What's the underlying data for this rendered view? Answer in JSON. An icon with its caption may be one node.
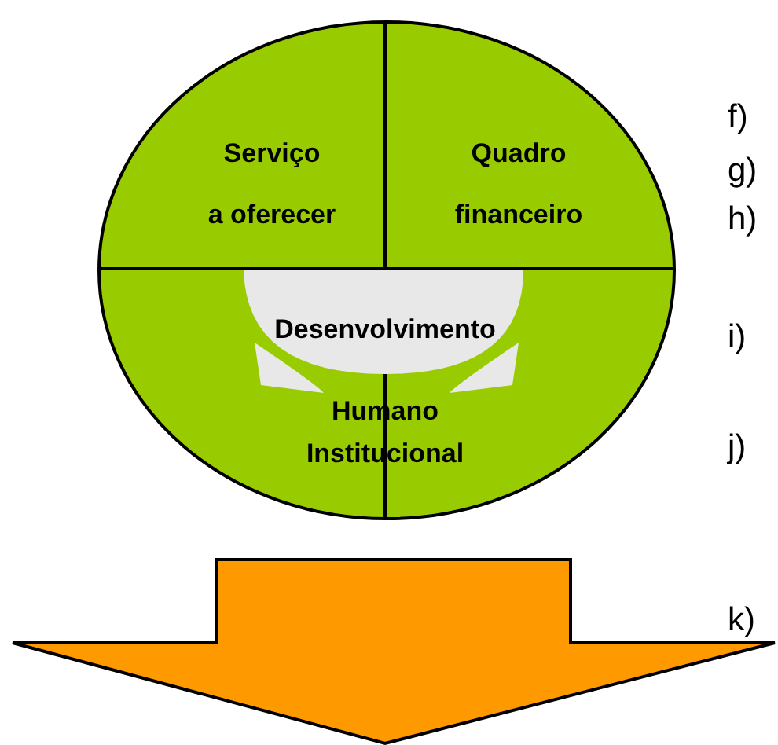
{
  "diagram": {
    "nodes": [
      {
        "text": [],
        "shape": "circle"
      },
      {
        "text": [
          "Serviço a oferecer"
        ],
        "in": 0
      },
      {
        "text": [
          "Quadro financeiro"
        ],
        "in": 0
      },
      {
        "text": [
          "Desenvolvimento",
          "Humano Institucional"
        ],
        "in": 0
      },
      {
        "text": [],
        "shape": "arrow"
      }
    ],
    "labels": [
      "f)",
      "g)",
      "h)",
      "i)",
      "j)",
      "k)"
    ]
  }
}
